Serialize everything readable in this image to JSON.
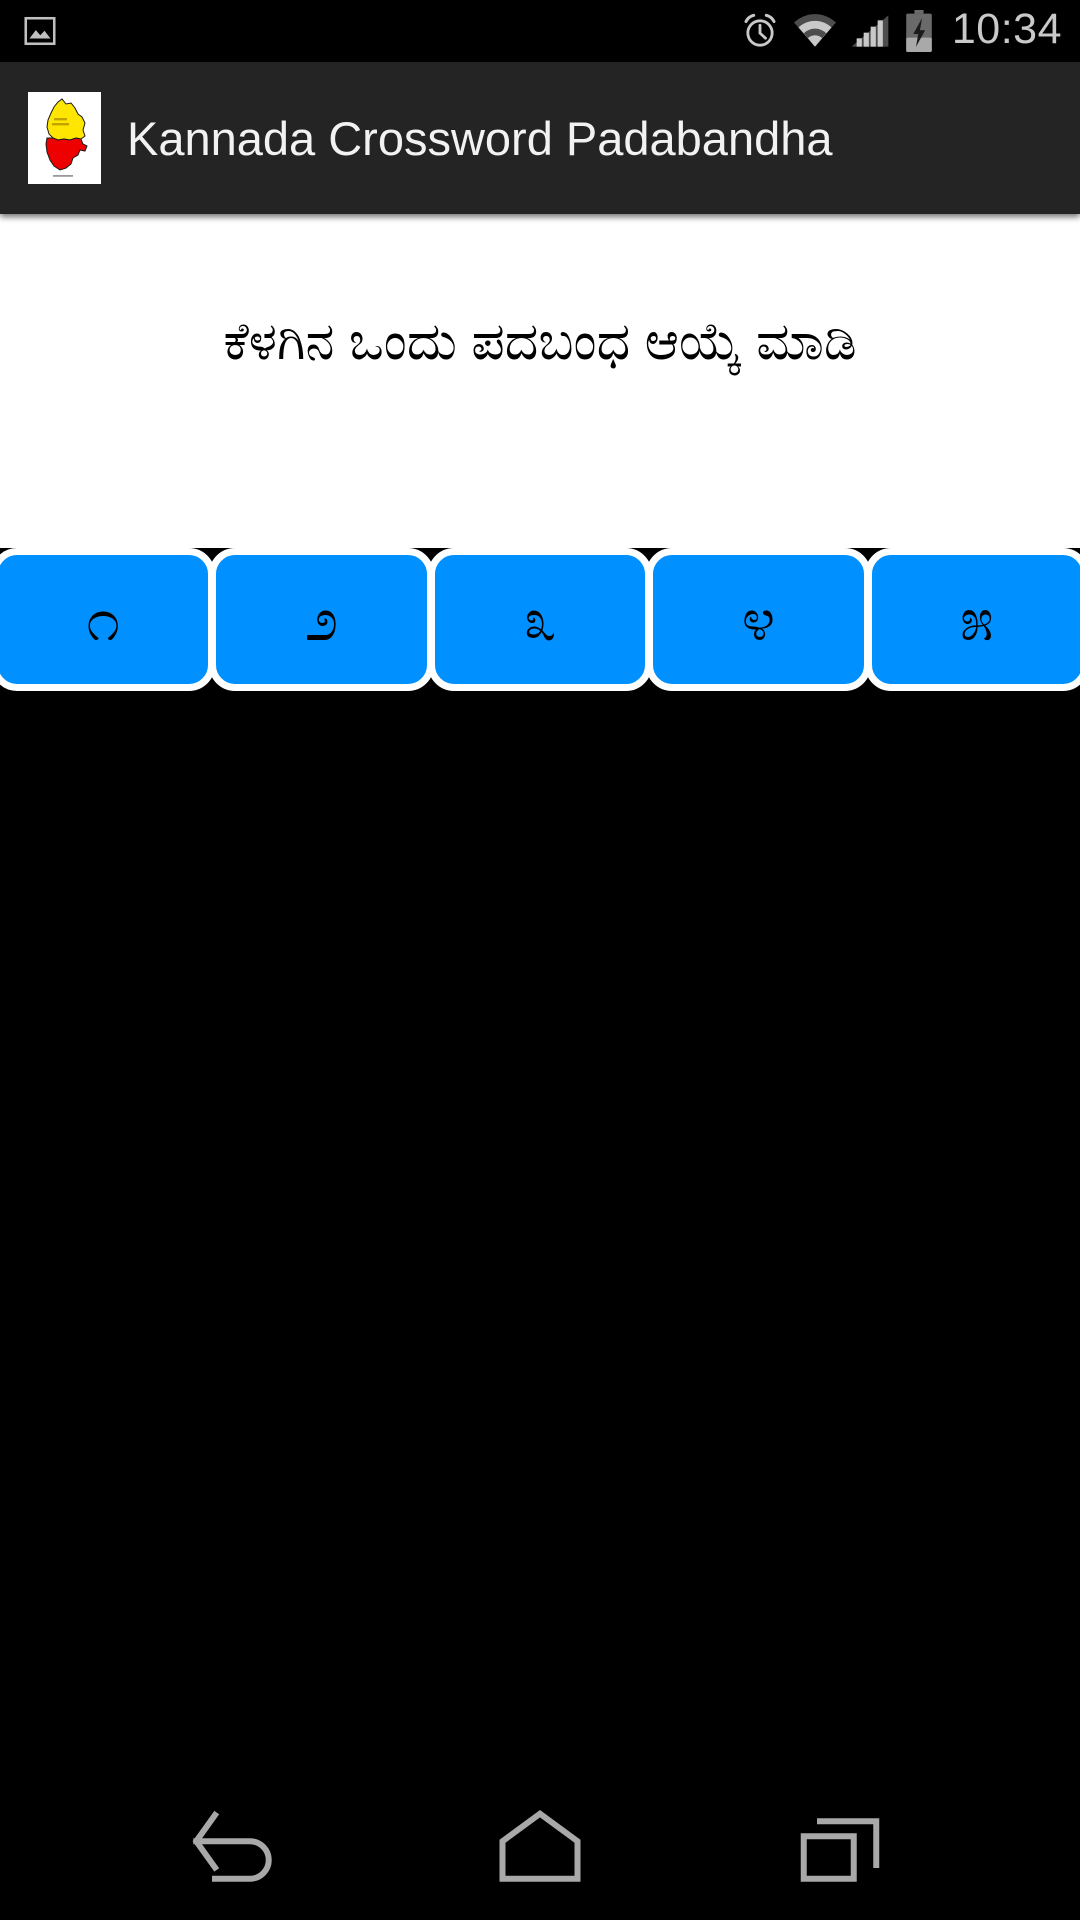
{
  "status_bar": {
    "notification_icons": [
      "screenshot-image-icon"
    ],
    "system_icons": [
      "alarm-icon",
      "wifi-icon",
      "cellular-signal-icon",
      "battery-charging-icon"
    ],
    "clock": "10:34",
    "background_color": "#000000",
    "icon_color": "#c9c9c9"
  },
  "app_bar": {
    "title": "Kannada Crossword Padabandha",
    "icon_name": "karnataka-map-icon",
    "background_color": "#242424",
    "title_color": "#f2f2f2",
    "icon_colors": {
      "north": "#ffe600",
      "south": "#ee0000",
      "plate": "#ffffff"
    }
  },
  "content": {
    "prompt": "ಕೆಳಗಿನ ಒಂದು ಪದಬಂಧ ಆಯ್ಕೆ ಮಾಡಿ",
    "background_color": "#ffffff",
    "text_color": "#000000"
  },
  "crossword_buttons": {
    "background_color": "#0090ff",
    "border_color": "#ffffff",
    "label_color": "#000000",
    "items": [
      {
        "label": "೧",
        "name": "crossword-button-1"
      },
      {
        "label": "೨",
        "name": "crossword-button-2"
      },
      {
        "label": "೩",
        "name": "crossword-button-3"
      },
      {
        "label": "೪",
        "name": "crossword-button-4"
      },
      {
        "label": "೫",
        "name": "crossword-button-5"
      }
    ]
  },
  "nav_bar": {
    "background_color": "#000000",
    "icon_color": "#a8a8a8",
    "buttons": [
      {
        "name": "back-button",
        "icon": "back-arrow-icon"
      },
      {
        "name": "home-button",
        "icon": "home-icon"
      },
      {
        "name": "recents-button",
        "icon": "recent-apps-icon"
      }
    ]
  }
}
